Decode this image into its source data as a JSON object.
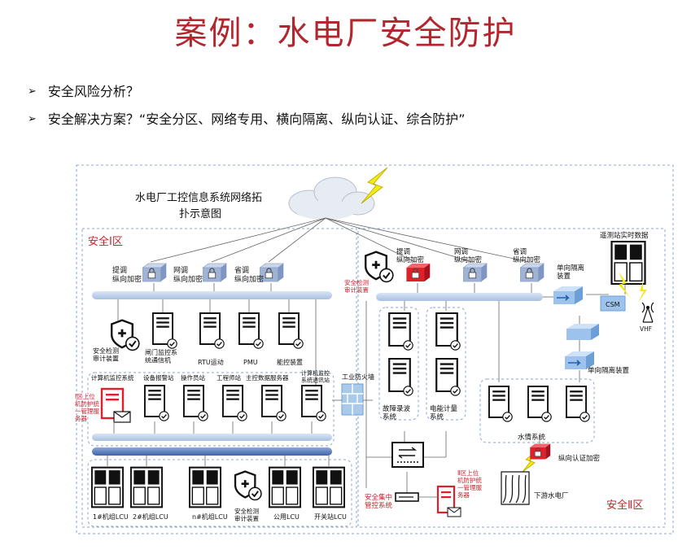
{
  "title": "案例：水电厂安全防护",
  "bullets": [
    "安全风险分析？",
    "安全解决方案？“安全分区、网络专用、横向隔离、纵向认证、综合防护”"
  ],
  "diagram": {
    "caption_line1": "水电厂工控信息系统网络拓",
    "caption_line2": "扑示意图",
    "zone1_label": "安全Ⅰ区",
    "zone2_label": "安全Ⅱ区",
    "enc1": "提调\n纵向加密",
    "enc2": "网调\n纵向加密",
    "enc3": "省调\n纵向加密",
    "enc4": "提调\n纵向加密",
    "enc5": "网调\n纵向加密",
    "enc6": "省调\n纵向加密",
    "audit1": "安全检测\n审计装置",
    "audit2": "安全检测\n审计装置",
    "audit3": "安全检测\n审计装置",
    "gate_monitor": "闸门监控系\n统通信机",
    "rtu": "RTU运动",
    "pmu": "PMU",
    "energy_ctrl": "能控装置",
    "srv_monitor": "计算机监控系统",
    "srv_equip": "设备报警站",
    "srv_operator": "操作员站",
    "srv_engineer": "工程师站",
    "srv_master": "主控数据服务器",
    "srv_comm": "计算机监控\n系统通讯站",
    "firewall": "工业防火墙",
    "upper_mgmt1": "Ⅰ区上位\n机防护统\n一管理服\n务器",
    "fault_rec": "故障录波\n系统",
    "energy_meter": "电能计量\n系统",
    "water_sys": "水情系统",
    "iso1": "单向隔离\n装置",
    "iso2": "单向隔离装置",
    "telemetry": "遥测站实时数据",
    "csm": "CSM",
    "vhf": "VHF",
    "vertical_auth": "纵向认证加密",
    "downstream": "下游水电厂",
    "upper_mgmt2": "Ⅱ区上位\n机防护统\n一管理服\n务器",
    "central_ctrl": "安全集中\n管控系统",
    "lcu1": "1#机组LCU",
    "lcu2": "2#机组LCU",
    "lcun": "n#机组LCU",
    "lcu_public": "公用LCU",
    "lcu_switch": "开关站LCU"
  }
}
